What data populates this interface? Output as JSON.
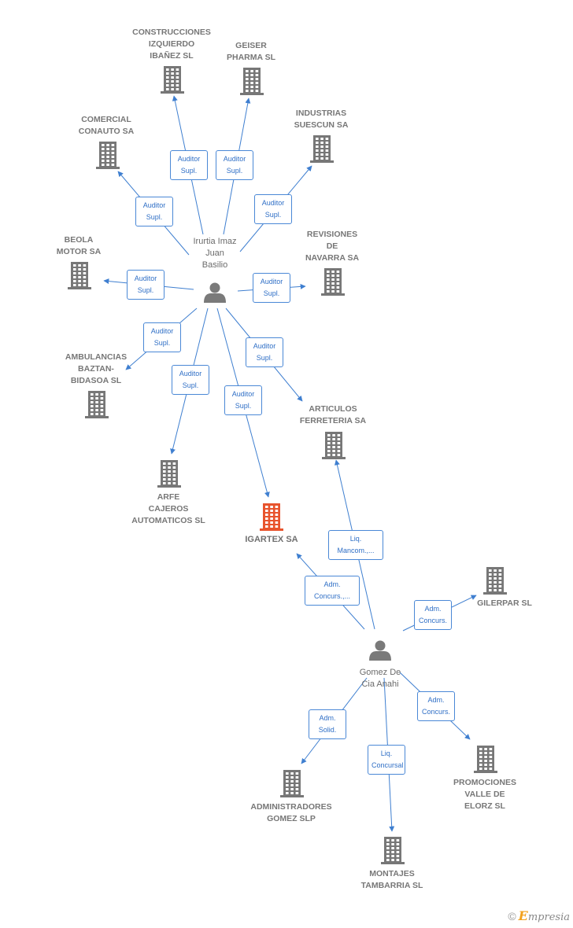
{
  "colors": {
    "building": "#777777",
    "building_highlight": "#e8542d",
    "person": "#7a7a7a",
    "edge": "#3f7fd0",
    "edge_label_text": "#2f6fc6"
  },
  "nodes": [
    {
      "id": "irurtia",
      "kind": "person",
      "label": "Irurtia Imaz\nJuan\nBasilio"
    },
    {
      "id": "gomez",
      "kind": "person",
      "label": "Gomez De\nCia Anahi"
    },
    {
      "id": "construcciones",
      "kind": "company",
      "label": "CONSTRUCCIONES\nIZQUIERDO\nIBAÑEZ SL"
    },
    {
      "id": "geiser",
      "kind": "company",
      "label": "GEISER\nPHARMA SL"
    },
    {
      "id": "comercial",
      "kind": "company",
      "label": "COMERCIAL\nCONAUTO SA"
    },
    {
      "id": "industrias",
      "kind": "company",
      "label": "INDUSTRIAS\nSUESCUN SA"
    },
    {
      "id": "beola",
      "kind": "company",
      "label": "BEOLA\nMOTOR SA"
    },
    {
      "id": "revisiones",
      "kind": "company",
      "label": "REVISIONES\nDE\nNAVARRA SA"
    },
    {
      "id": "ambulancias",
      "kind": "company",
      "label": "AMBULANCIAS\nBAZTAN-\nBIDASOA SL"
    },
    {
      "id": "articulos",
      "kind": "company",
      "label": "ARTICULOS\nFERRETERIA SA"
    },
    {
      "id": "arfe",
      "kind": "company",
      "label": "ARFE\nCAJEROS\nAUTOMATICOS SL"
    },
    {
      "id": "igartex",
      "kind": "company",
      "highlight": true,
      "label": "IGARTEX SA"
    },
    {
      "id": "gilerpar",
      "kind": "company",
      "label": "GILERPAR SL"
    },
    {
      "id": "administradores",
      "kind": "company",
      "label": "ADMINISTRADORES\nGOMEZ SLP"
    },
    {
      "id": "promociones",
      "kind": "company",
      "label": "PROMOCIONES\nVALLE DE\nELORZ SL"
    },
    {
      "id": "montajes",
      "kind": "company",
      "label": "MONTAJES\nTAMBARRIA SL"
    }
  ],
  "edges": [
    {
      "from": "irurtia",
      "to": "construcciones",
      "label": "Auditor\nSupl."
    },
    {
      "from": "irurtia",
      "to": "geiser",
      "label": "Auditor\nSupl."
    },
    {
      "from": "irurtia",
      "to": "comercial",
      "label": "Auditor\nSupl."
    },
    {
      "from": "irurtia",
      "to": "industrias",
      "label": "Auditor\nSupl."
    },
    {
      "from": "irurtia",
      "to": "beola",
      "label": "Auditor\nSupl."
    },
    {
      "from": "irurtia",
      "to": "revisiones",
      "label": "Auditor\nSupl."
    },
    {
      "from": "irurtia",
      "to": "ambulancias",
      "label": "Auditor\nSupl."
    },
    {
      "from": "irurtia",
      "to": "articulos",
      "label": "Auditor\nSupl."
    },
    {
      "from": "irurtia",
      "to": "arfe",
      "label": "Auditor\nSupl."
    },
    {
      "from": "irurtia",
      "to": "igartex",
      "label": "Auditor\nSupl."
    },
    {
      "from": "gomez",
      "to": "articulos",
      "label": "Liq.\nMancom.,..."
    },
    {
      "from": "gomez",
      "to": "igartex",
      "label": "Adm.\nConcurs.,..."
    },
    {
      "from": "gomez",
      "to": "gilerpar",
      "label": "Adm.\nConcurs."
    },
    {
      "from": "gomez",
      "to": "promociones",
      "label": "Adm.\nConcurs."
    },
    {
      "from": "gomez",
      "to": "administradores",
      "label": "Adm.\nSolid."
    },
    {
      "from": "gomez",
      "to": "montajes",
      "label": "Liq.\nConcursal"
    }
  ],
  "footer": {
    "copyright": "©",
    "brand_initial": "E",
    "brand_rest": "mpresia"
  }
}
